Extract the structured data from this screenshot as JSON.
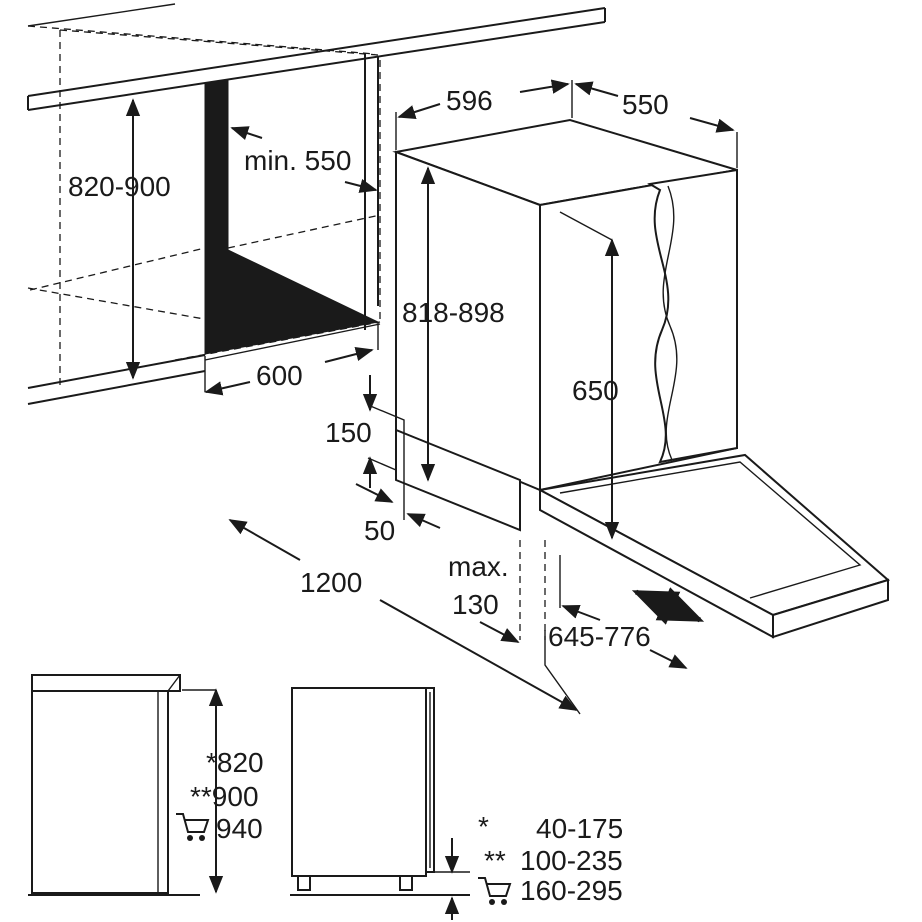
{
  "labels": {
    "cabinet_height": "820-900",
    "min_depth": "min. 550",
    "niche_width": "600",
    "appliance_width": "596",
    "appliance_depth": "550",
    "appliance_height": "818-898",
    "door_height": "650",
    "plinth_height": "150",
    "plinth_depth": "50",
    "floor_length": "1200",
    "max_label": "max.",
    "max_value": "130",
    "door_swing": "645-776",
    "side_h1": "*820",
    "side_h2": "**900",
    "side_h3": "940",
    "plinth_r1_mark": "*",
    "plinth_r1_val": "40-175",
    "plinth_r2_mark": "**",
    "plinth_r2_val": "100-235",
    "plinth_r3_val": "160-295"
  },
  "icons": {
    "cart": "shopping-cart-icon"
  }
}
